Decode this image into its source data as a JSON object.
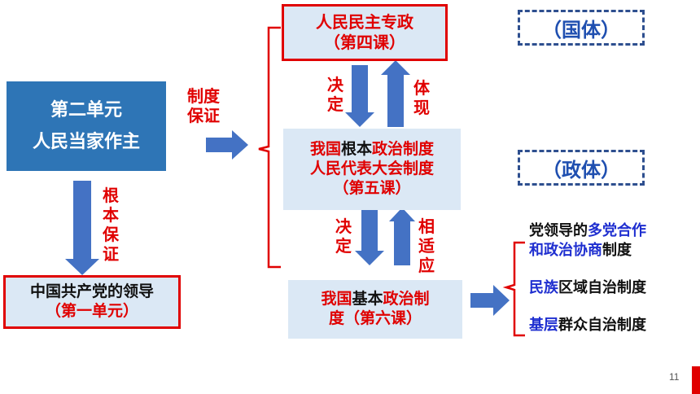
{
  "unit2_box": {
    "line1": "第二单元",
    "line2": "人民当家作主"
  },
  "system_guarantee": [
    "制",
    "度",
    "保",
    "证"
  ],
  "fundamental_guarantee": [
    "根",
    "本",
    "保",
    "证"
  ],
  "party_box": {
    "line1": "中国共产党的领导",
    "line2": "（第一单元）"
  },
  "dictatorship_box": {
    "line1": "人民民主专政",
    "line2": "（第四课）"
  },
  "state_system_label": "（国体）",
  "gov_system_label": "（政体）",
  "decide": [
    "决",
    "定"
  ],
  "embody": [
    "体",
    "现"
  ],
  "adapt": [
    "相",
    "适",
    "应"
  ],
  "fundamental_box": {
    "line1_a": "我国",
    "line1_b": "根本",
    "line1_c": "政治制度",
    "line2": "人民代表大会制度",
    "line3": "（第五课）"
  },
  "basic_box": {
    "line1_a": "我国",
    "line1_b": "基本",
    "line1_c": "政治制",
    "line2": "度（第六课）"
  },
  "basic_list": {
    "item1_a": "党领导的",
    "item1_b": "多党合作",
    "item1_c": "和政治协商",
    "item1_d": "制度",
    "item2_a": "民族",
    "item2_b": "区域自治制度",
    "item3_a": "基层",
    "item3_b": "群众自治制度"
  },
  "page_number": "11",
  "colors": {
    "accent_red": "#e00000",
    "box_blue": "#2e75b6",
    "light_blue": "#dbe8f5",
    "arrow_blue": "#4472c4"
  }
}
